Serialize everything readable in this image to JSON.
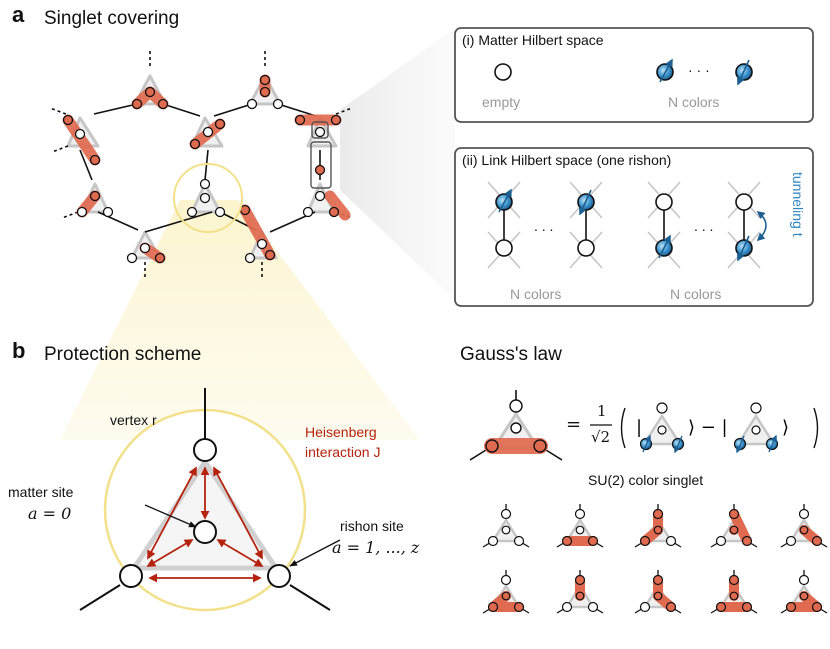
{
  "panel_a": {
    "letter": "a",
    "title": "Singlet covering",
    "box_matter": {
      "title": "(i) Matter Hilbert space",
      "empty_label": "empty",
      "dots": "· · ·",
      "colors_label": "N colors"
    },
    "box_link": {
      "title": "(ii) Link Hilbert space (one rishon)",
      "dots": ". . .",
      "colors_label_left": "N colors",
      "colors_label_right": "N colors",
      "tunneling_label": "tunneling t"
    }
  },
  "panel_b": {
    "letter": "b",
    "title": "Protection scheme",
    "vertex_label": "vertex r",
    "heisenberg_label": "Heisenberg",
    "interaction_label": "interaction J",
    "matter_site_label": "matter site",
    "matter_site_index": "a = 0",
    "rishon_site_label": "rishon site",
    "rishon_site_index": "a = 1, ..., z"
  },
  "gauss": {
    "title": "Gauss's law",
    "equation_eq": "=",
    "equation_num": "1",
    "equation_den": "√2",
    "singlet_label": "SU(2) color singlet"
  },
  "colors": {
    "accent_red": "#e06a4f",
    "arrow_red": "#b5230f",
    "yellow_circle": "#f2e08a",
    "spin_blue": "#2f86c2",
    "gray_line": "#bfbfbf"
  }
}
